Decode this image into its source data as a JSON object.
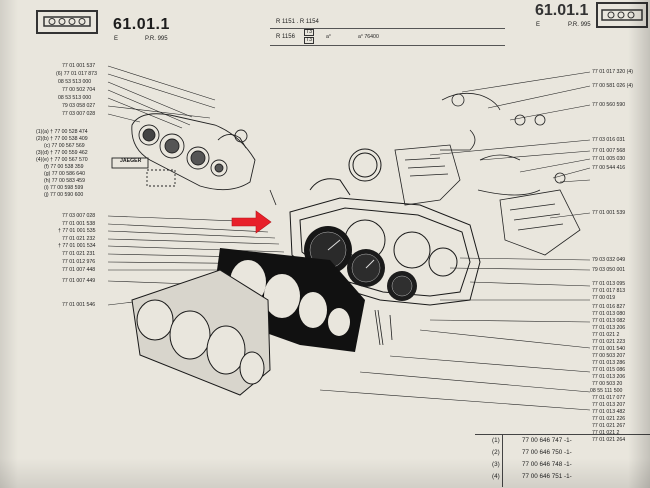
{
  "header": {
    "page_number": "61.01.1",
    "sub_left": "E",
    "pr_left": "P.R. 995",
    "page_number_right": "61.01.1",
    "sub_right": "E",
    "pr_right": "P.R. 995",
    "model_row_1": "R 1151 . R 1154",
    "model_row_2": "R 1156",
    "model_b1": "T3",
    "model_b2": "T3",
    "serial_text_1": "a°",
    "serial_text_2": "a° 76400"
  },
  "left_labels": [
    "77 01 001 537",
    "(6) 77 01 017 873",
    "08 53 513 000",
    "77 00 502 704",
    "08 53 513 000",
    "79 03 058 027",
    "77 03 007 028",
    "(1)(a) † 77 00 528 474",
    "(2)(b) † 77 00 538 409",
    "(c) 77 00 567 569",
    "(3)(d) † 77 00 559 462",
    "(4)(e) † 77 00 567 570",
    "(f) 77 00 538 359",
    "(g) 77 00 586 640",
    "(h) 77 00 583 459",
    "(i) 77 00 598 599",
    "(j) 77 00 590 600",
    "77 03 007 028",
    "77 01 001 538",
    "† 77 01 001 535",
    "77 01 021 232",
    "† 77 01 001 534",
    "77 01 021 231",
    "77 01 012 976",
    "77 01 007 448",
    "77 01 007 449",
    "77 01 001 546"
  ],
  "right_labels": [
    "77 01 017 320 (4)",
    "77 00 581 026 (4)",
    "77 00 560 590",
    "77 03 016 031",
    "77 01 007 568",
    "77 01 005 030",
    "77 00 544 416",
    "77 01 001 539",
    "79 03 032 049",
    "79 03 050 001",
    "77 01 013 095",
    "77 01 017 813",
    "77 00 019",
    "77 01 016 827",
    "77 01 013 080",
    "77 01 013 082",
    "77 01 013 206",
    "77 01 021 2",
    "77 01 021 223",
    "77 01 001 540",
    "77 00 503 207",
    "77 01 013 286",
    "77 01 015 086",
    "77 01 013 206",
    "77 00 503 20",
    "08 55 111 500",
    "77 01 017 077",
    "77 01 013 207",
    "77 01 013 482",
    "77 01 021 226",
    "77 01 021 267",
    "77 01 021 2",
    "77 01 021 264"
  ],
  "jaeger_label": "JAEGER",
  "footer_rows": [
    {
      "idx": "(1)",
      "num": "77 00 646 747 -1-"
    },
    {
      "idx": "(2)",
      "num": "77 00 646 750 -1-"
    },
    {
      "idx": "(3)",
      "num": "77 00 646 748 -1-"
    },
    {
      "idx": "(4)",
      "num": "77 00 646 751 -1-"
    }
  ],
  "colors": {
    "paper": "#e9e6dd",
    "ink": "#1d1d1d",
    "arrow": "#e8202a"
  }
}
